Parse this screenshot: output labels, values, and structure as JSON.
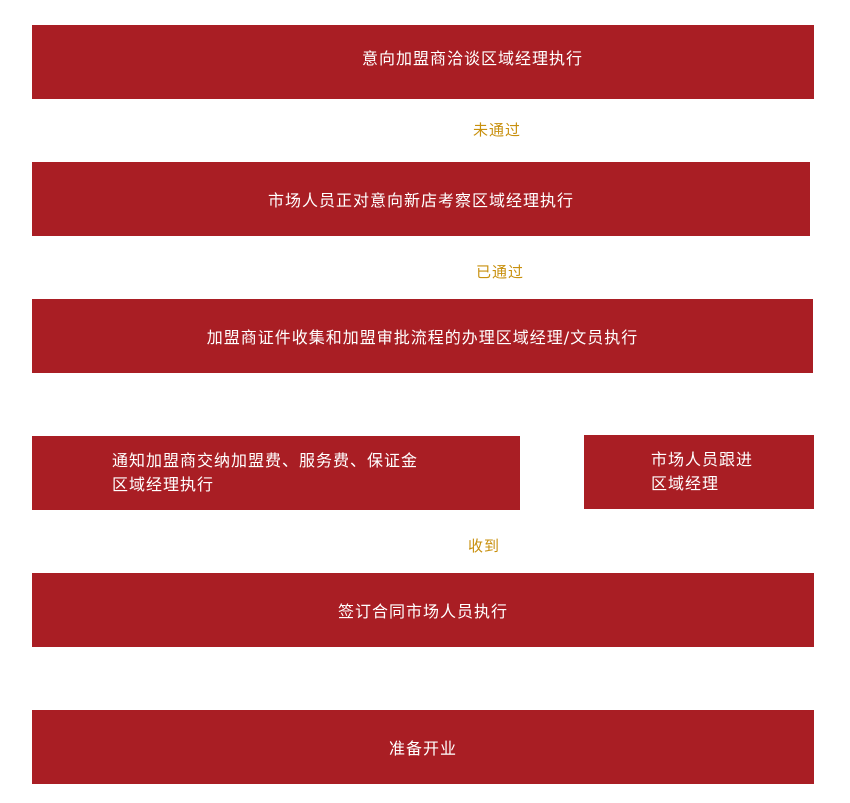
{
  "flow": {
    "step1": "意向加盟商洽谈区域经理执行",
    "label1": "未通过",
    "step2": "市场人员正对意向新店考察区域经理执行",
    "label2": "已通过",
    "step3": "加盟商证件收集和加盟审批流程的办理区域经理/文员执行",
    "step4_left": {
      "line1": "通知加盟商交纳加盟费、服务费、保证金",
      "line2": "区域经理执行"
    },
    "step4_right": {
      "line1": "市场人员跟进",
      "line2": "区域经理"
    },
    "label3": "收到",
    "step5": "签订合同市场人员执行",
    "step6": "准备开业"
  },
  "colors": {
    "box_fill": "#a91e24",
    "box_text": "#ffffff",
    "label_text": "#c8900e"
  }
}
